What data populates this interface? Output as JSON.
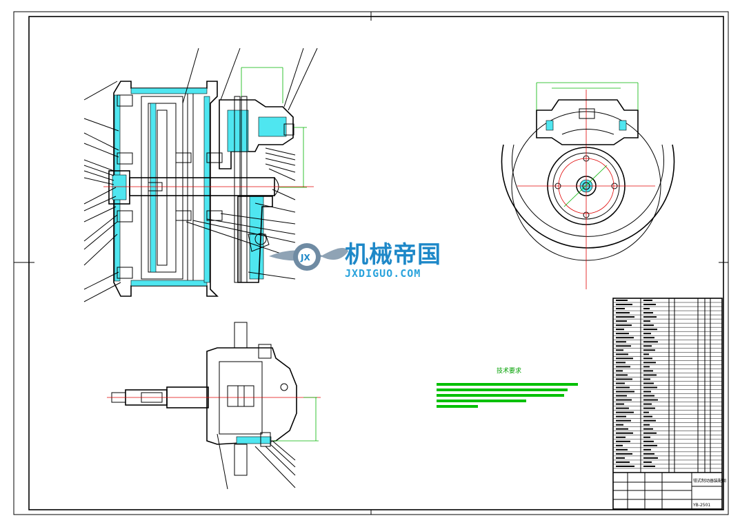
{
  "watermark": {
    "brand_cn": "机械帝国",
    "brand_url": "JXDIGUO.COM",
    "badge": "JX"
  },
  "notes": {
    "title": "技术要求"
  },
  "title_block": {
    "part_name": "钳式制动器装配图",
    "drawing_no": "YB-2501"
  },
  "colors": {
    "frame": "#000000",
    "centerline": "#e00000",
    "section_fill": "#4fe6f0",
    "notes": "#00c000",
    "brand": "#1e88c8"
  }
}
